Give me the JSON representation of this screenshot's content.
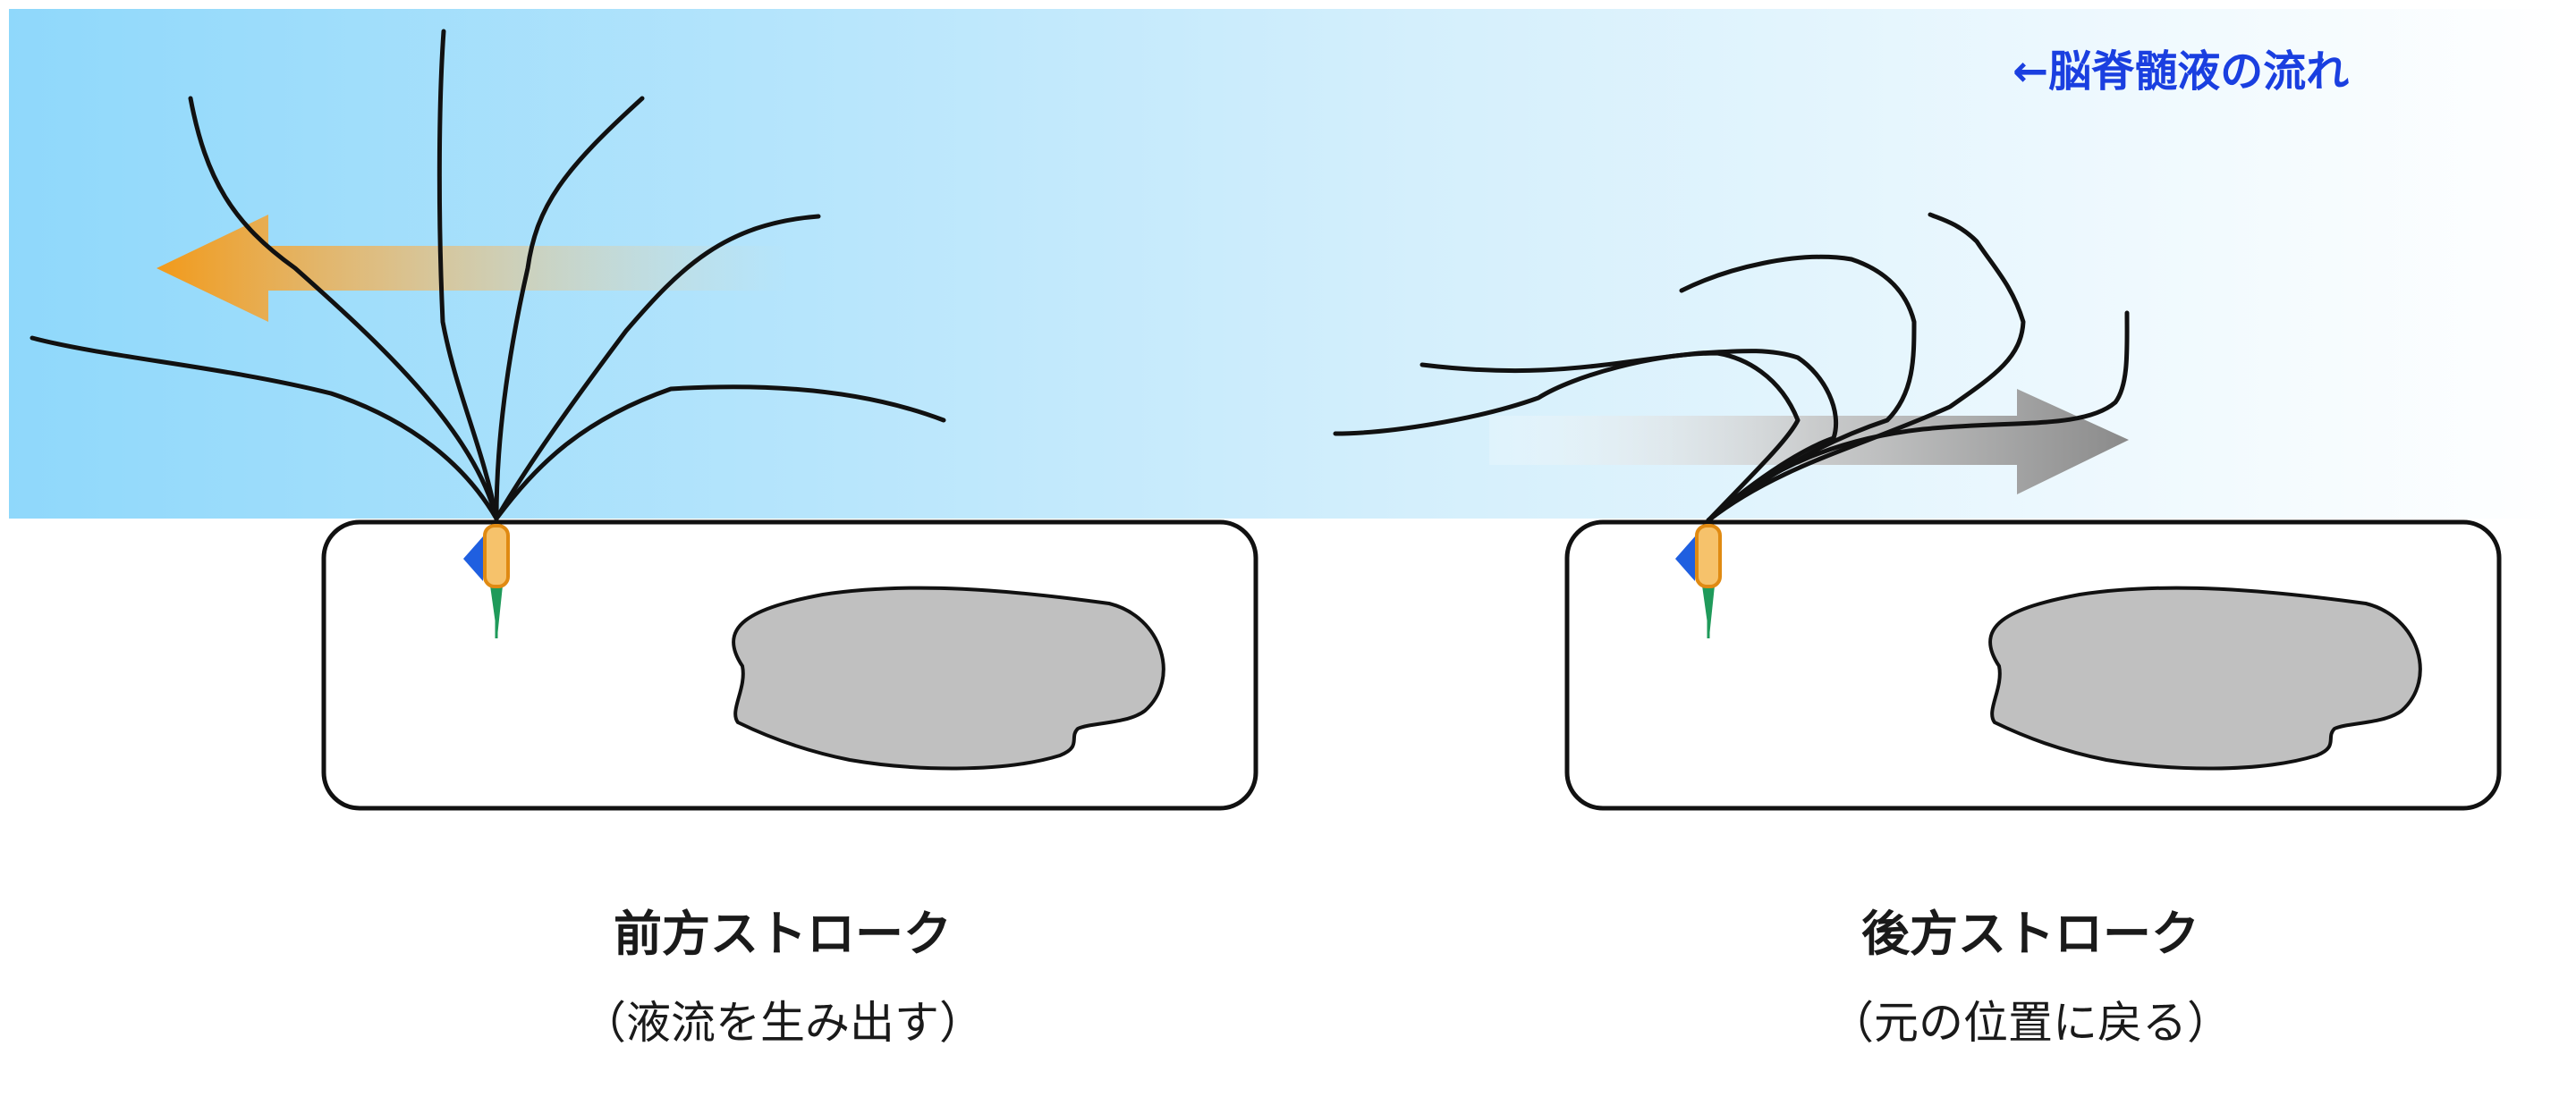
{
  "flow_label": "←脳脊髄液の流れ",
  "forward_stroke": {
    "title": "前方ストローク",
    "subtitle": "（液流を生み出す）"
  },
  "backward_stroke": {
    "title": "後方ストローク",
    "subtitle": "（元の位置に戻る）"
  },
  "colors": {
    "fluid_gradient_start": "#8fd8fb",
    "fluid_gradient_end": "#ffffff",
    "flow_label": "#1a3fe0",
    "forward_arrow": "#f29a1a",
    "backward_arrow": "#8a8a8a",
    "basal_body": "#f6c26b",
    "nucleus": "#c0c0c0",
    "cilia": "#111111",
    "rootlet": "#1f9a5a",
    "basal_foot": "#1f5fe0"
  }
}
